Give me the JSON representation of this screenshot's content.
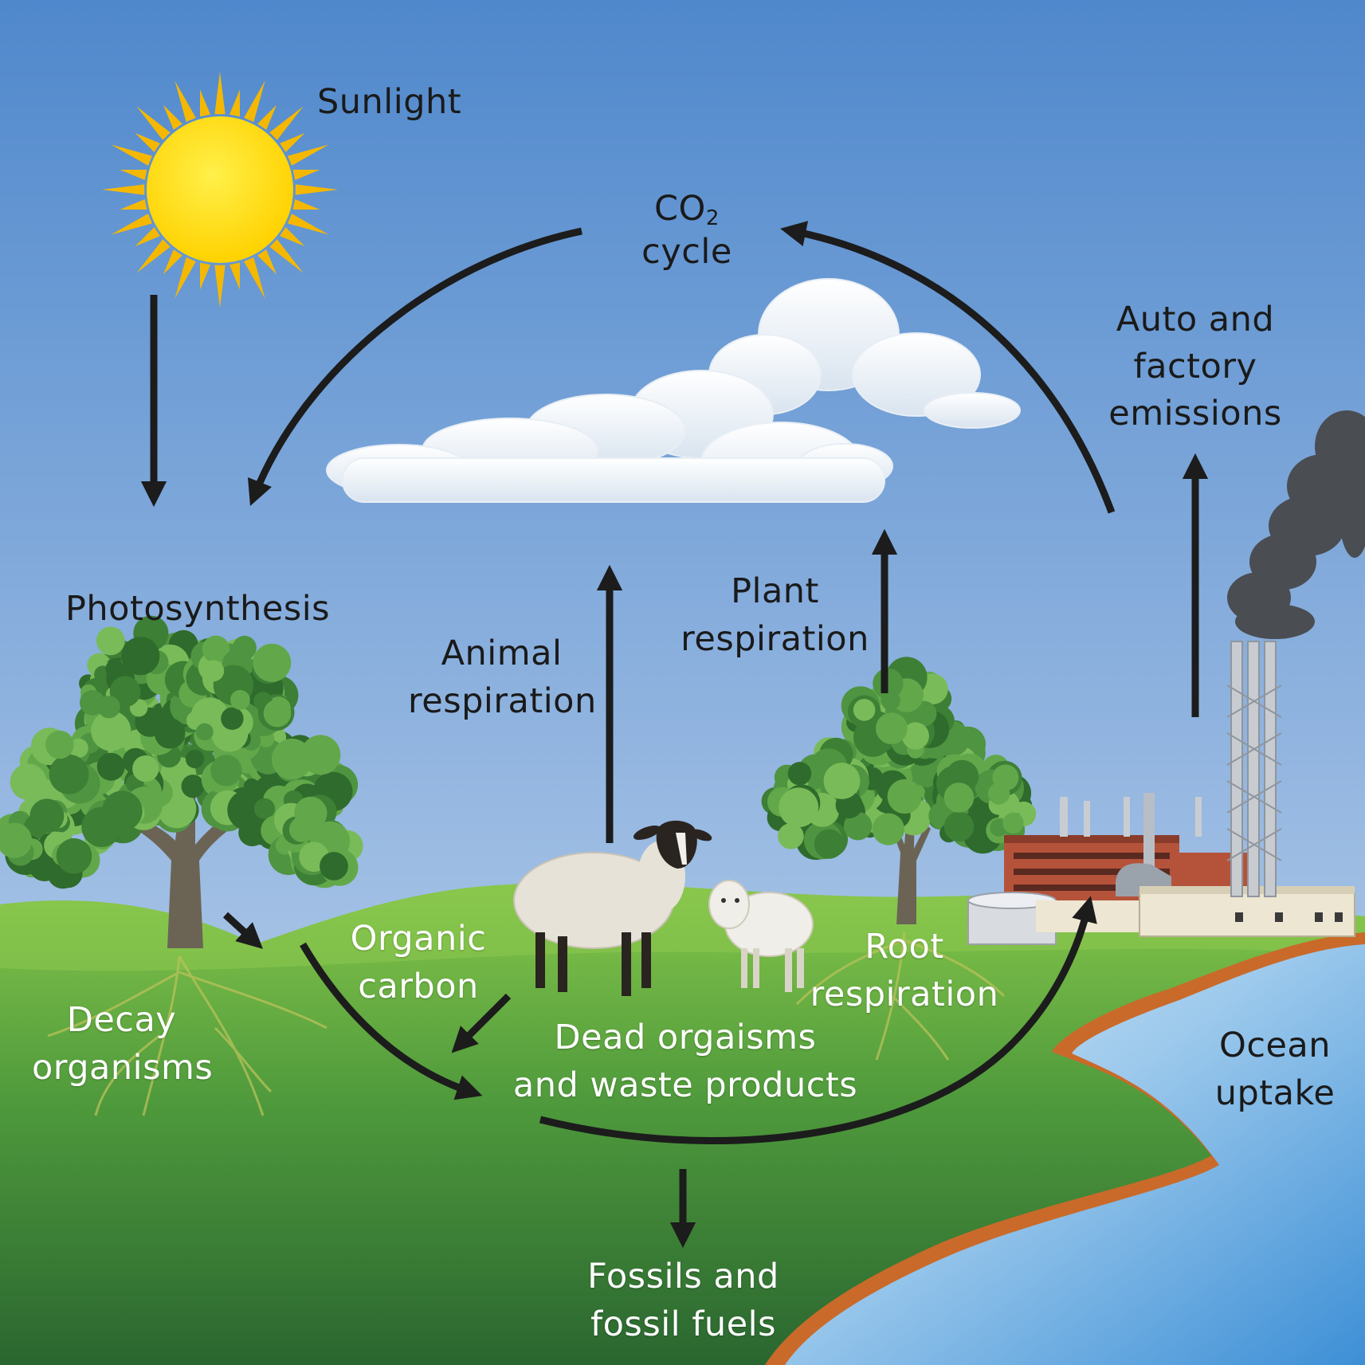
{
  "labels": {
    "sunlight": "Sunlight",
    "co2_main": "CO",
    "co2_sub": "2",
    "co2_line2": "cycle",
    "emissions": [
      "Auto and",
      "factory",
      "emissions"
    ],
    "photosynthesis": "Photosynthesis",
    "plant_respiration": [
      "Plant",
      "respiration"
    ],
    "animal_respiration": [
      "Animal",
      "respiration"
    ],
    "organic_carbon": [
      "Organic",
      "carbon"
    ],
    "root_respiration": [
      "Root",
      "respiration"
    ],
    "decay_organisms": [
      "Decay",
      "organisms"
    ],
    "dead_organisms": [
      "Dead orgaisms",
      "and waste products"
    ],
    "ocean_uptake": [
      "Ocean",
      "uptake"
    ],
    "fossils": [
      "Fossils and",
      "fossil fuels"
    ]
  },
  "colors": {
    "sky_top": "#4f88cc",
    "sky_bottom": "#c9daf0",
    "grass_light": "#7fbf45",
    "grass_dark": "#2f6e34",
    "water": "#5aa6de",
    "shore": "#c96a2a",
    "sun": "#ffe100",
    "sun_rays": "#f5b800",
    "arrow": "#1c1c1c",
    "smoke": "#4a4d52",
    "factory_brick": "#b5533a"
  }
}
